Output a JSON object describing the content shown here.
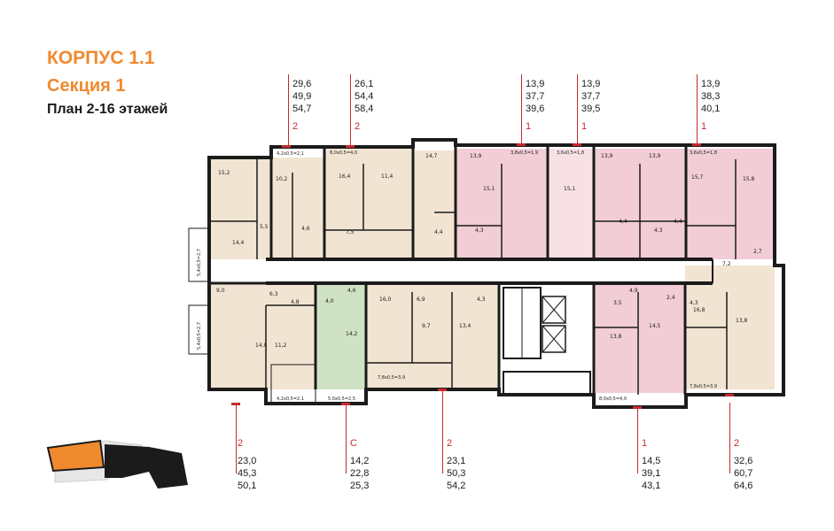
{
  "header": {
    "building": "КОРПУС 1.1",
    "section": "Секция 1",
    "floors": "План 2-16 этажей"
  },
  "units_top": [
    {
      "type": "2",
      "area_living": "29,6",
      "area_total": "49,9",
      "area_full": "54,7"
    },
    {
      "type": "2",
      "area_living": "26,1",
      "area_total": "54,4",
      "area_full": "58,4"
    },
    {
      "type": "1",
      "area_living": "13,9",
      "area_total": "37,7",
      "area_full": "39,6"
    },
    {
      "type": "1",
      "area_living": "13,9",
      "area_total": "37,7",
      "area_full": "39,5"
    },
    {
      "type": "1",
      "area_living": "13,9",
      "area_total": "38,3",
      "area_full": "40,1"
    }
  ],
  "units_bottom": [
    {
      "type": "2",
      "area_living": "23,0",
      "area_total": "45,3",
      "area_full": "50,1"
    },
    {
      "type": "С",
      "area_living": "14,2",
      "area_total": "22,8",
      "area_full": "25,3"
    },
    {
      "type": "2",
      "area_living": "23,1",
      "area_total": "50,3",
      "area_full": "54,2"
    },
    {
      "type": "1",
      "area_living": "14,5",
      "area_total": "39,1",
      "area_full": "43,1"
    },
    {
      "type": "2",
      "area_living": "32,6",
      "area_total": "60,7",
      "area_full": "64,6"
    }
  ],
  "room_labels": {
    "r1": "15,2",
    "r2": "10,2",
    "r3": "5,5",
    "r4": "14,4",
    "r5": "4,6",
    "r6": "16,4",
    "r7": "11,4",
    "r8": "7,5",
    "r9": "14,7",
    "r10": "4,4",
    "r11": "13,9",
    "r12": "15,1",
    "r13": "4,3",
    "r14": "15,1",
    "r15": "4,4",
    "r16": "13,9",
    "r17": "13,9",
    "r18": "4,3",
    "r19": "15,7",
    "r20": "4,4",
    "r21": "15,8",
    "r22": "2,7",
    "r23": "7,2",
    "r24": "9,0",
    "r25": "6,3",
    "r26": "4,8",
    "r27": "4,0",
    "r28": "4,6",
    "r29": "14,2",
    "r30": "14,0",
    "r31": "11,2",
    "r32": "16,0",
    "r33": "6,9",
    "r34": "9,7",
    "r35": "13,4",
    "r36": "4,3",
    "r37": "3,5",
    "r38": "13,8",
    "r39": "14,5",
    "r40": "4,9",
    "r41": "2,4",
    "r42": "4,3",
    "r43": "16,8",
    "r44": "13,8"
  },
  "balcony_labels": {
    "b1": "4,2x0,5=2,1",
    "b2": "8,0x0,5=4,0",
    "b3": "3,8x0,5=1,9",
    "b4": "3,6x0,5=1,8",
    "b5": "3,6x0,5=1,8",
    "b6": "4,2x0,5=2,1",
    "b7": "5,0x0,5=2,5",
    "b8": "7,8x0,5=3,9",
    "b9": "8,0x0,5=4,0",
    "b10": "7,8x0,5=3,9",
    "b11": "5,4x0,5=2,7",
    "b12": "5,4x0,5=2,7"
  },
  "colors": {
    "accent": "#f08a2e",
    "marker": "#c72a2e",
    "unit_beige": "#f2e4d2",
    "unit_pink": "#f2cdd6",
    "unit_pink_light": "#f7e1e6",
    "unit_green": "#cfe3c4",
    "wall": "#1b1b1b"
  }
}
